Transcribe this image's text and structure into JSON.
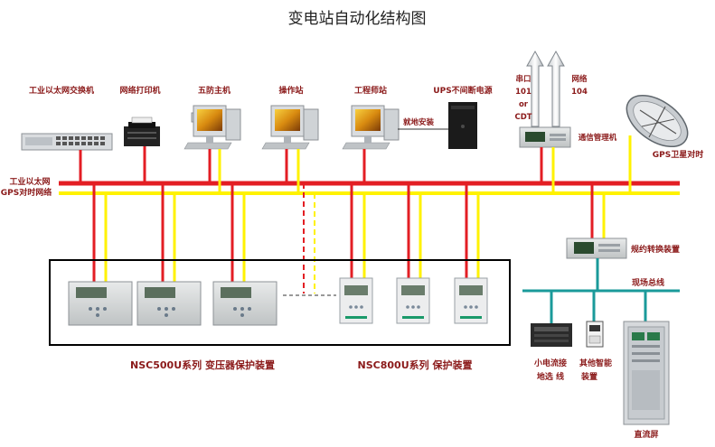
{
  "title": "变电站自动化结构图",
  "devices_top": {
    "ethernet_switch": "工业以太网交换机",
    "network_printer": "网络打印机",
    "wufang_host": "五防主机",
    "operator_station": "操作站",
    "engineer_station": "工程师站",
    "ups": "UPS不间断电源",
    "local_install": "就地安装",
    "comm_manager": "通信管理机",
    "gps_satellite": "GPS卫星对时"
  },
  "uplinks": {
    "left_lines": [
      "串口",
      "101",
      "or",
      "CDT"
    ],
    "right_lines": [
      "网络",
      "104"
    ]
  },
  "buses": {
    "ethernet": "工业以太网",
    "gps": "GPS对时网络",
    "field_bus": "现场总线"
  },
  "protocol_converter": "规约转换装置",
  "groups": {
    "nsc500u": "NSC500U系列 变压器保护装置",
    "nsc800u": "NSC800U系列 保护装置"
  },
  "field_devices": {
    "ground_line_select": [
      "小电流接",
      "地选 线"
    ],
    "other_smart": [
      "其他智能",
      "装置"
    ],
    "dc_panel": "直流屏"
  },
  "colors": {
    "ethernet_bus": "#e31e24",
    "gps_bus": "#fff200",
    "field_bus": "#1a9a9a",
    "label": "#8b1a1a"
  }
}
